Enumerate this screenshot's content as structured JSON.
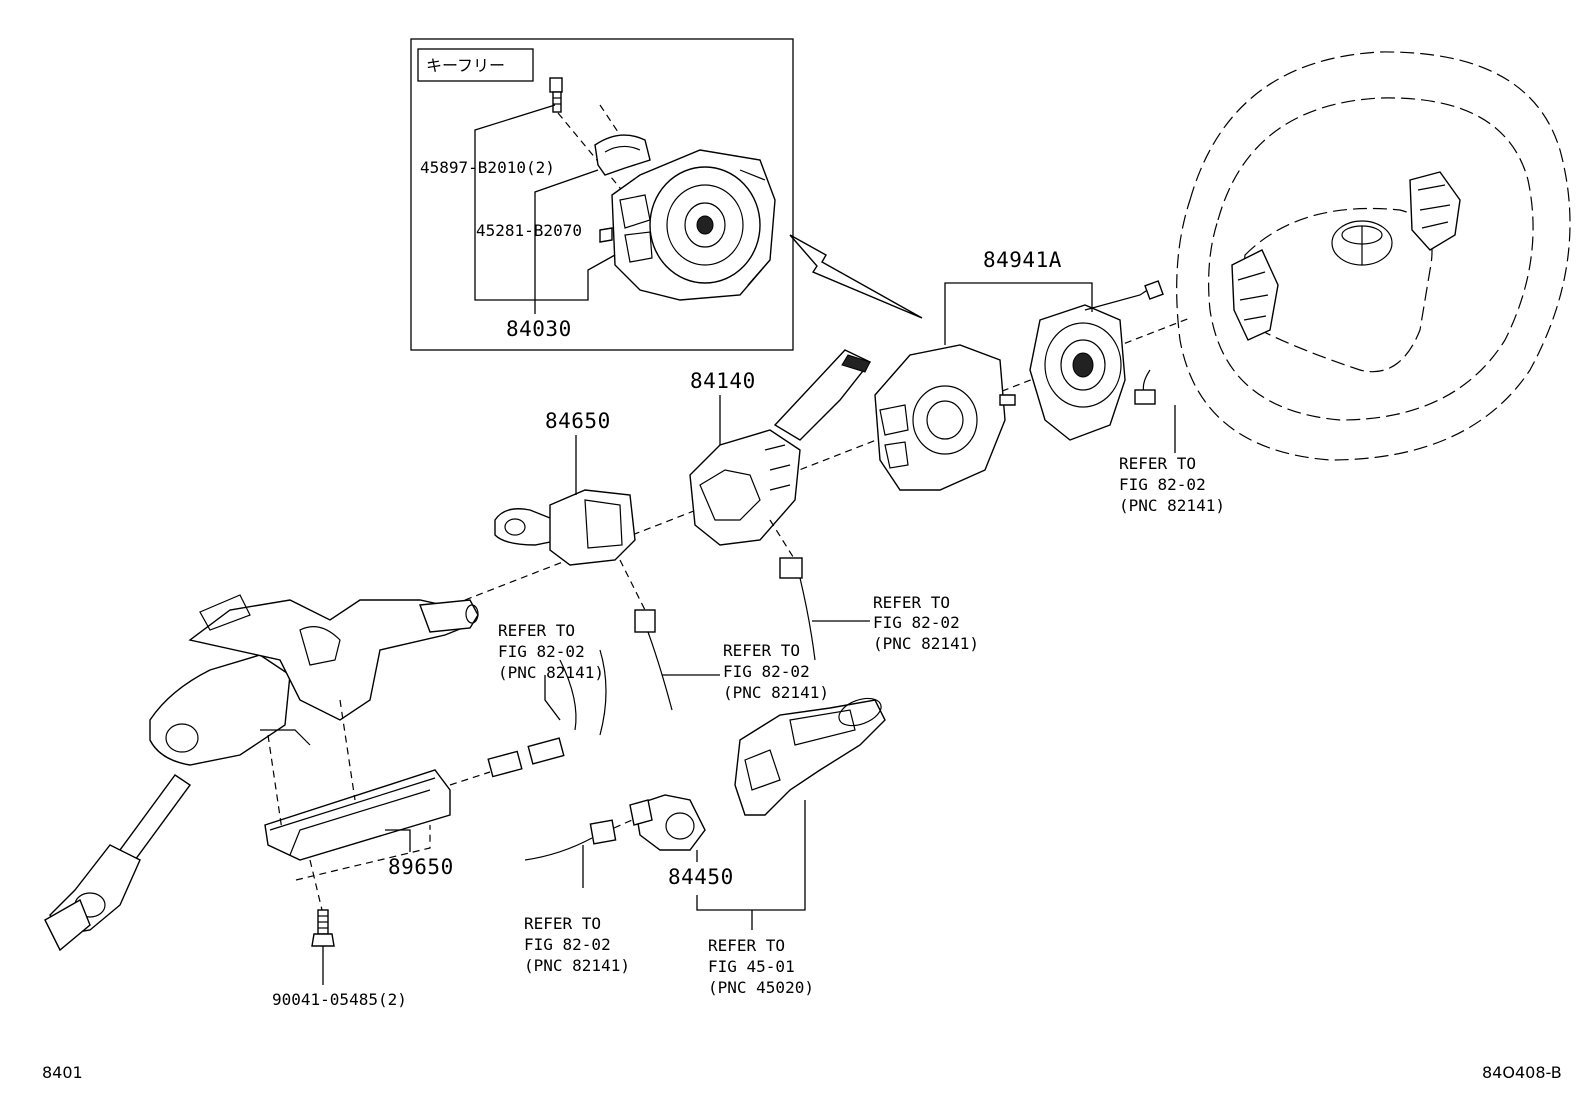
{
  "inset": {
    "tag": "キーフリー",
    "parts": {
      "bolt": "45897-B2010(2)",
      "cover": "45281-B2070",
      "assembly": "84030"
    }
  },
  "parts": {
    "spiral_cable": "84941A",
    "wiper_switch": "84140",
    "headlamp_switch": "84650",
    "ecu": "89650",
    "lock_cylinder": "84450",
    "bolt": "90041-05485(2)"
  },
  "refs": {
    "steering_wheel": [
      "REFER TO",
      "FIG 82-02",
      "(PNC 82141)"
    ],
    "wiper_harness": [
      "REFER TO",
      "FIG 82-02",
      "(PNC 82141)"
    ],
    "headlamp_harness": [
      "REFER TO",
      "FIG 82-02",
      "(PNC 82141)"
    ],
    "column_harness": [
      "REFER TO",
      "FIG 82-02",
      "(PNC 82141)"
    ],
    "lock_harness": [
      "REFER TO",
      "FIG 82-02",
      "(PNC 82141)"
    ],
    "ignition": [
      "REFER TO",
      "FIG 45-01",
      "(PNC 45020)"
    ]
  },
  "footer": {
    "left": "8401",
    "right": "84O408-B"
  }
}
